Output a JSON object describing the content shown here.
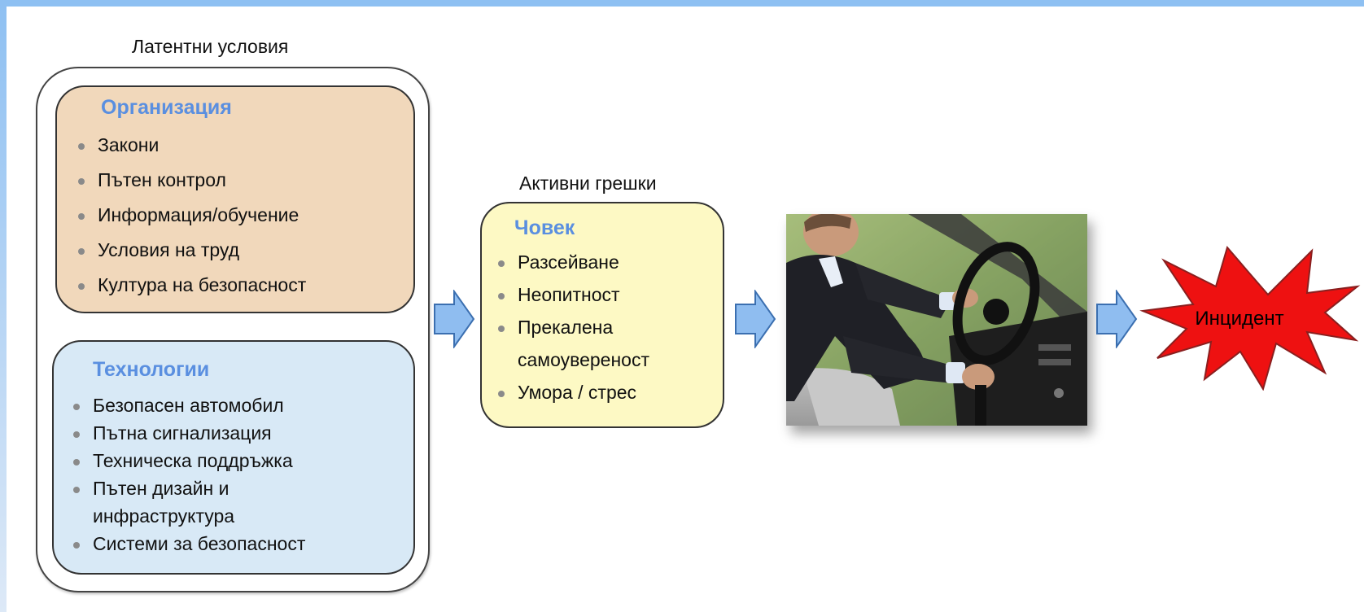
{
  "latent": {
    "caption": "Латентни условия",
    "organization": {
      "title": "Организация",
      "items": [
        "Закони",
        "Пътен контрол",
        "Информация/обучение",
        "Условия на труд",
        "Култура на безопасност"
      ]
    },
    "technology": {
      "title": "Технологии",
      "items": [
        "Безопасен автомобил",
        "Пътна сигнализация",
        "Техническа поддръжка",
        "Пътен дизайн и",
        "инфраструктура",
        "Системи за безопасност"
      ]
    }
  },
  "active": {
    "caption": "Активни грешки",
    "human": {
      "title": "Човек",
      "items": [
        "Разсейване",
        "Неопитност",
        "Прекалена",
        "самоувереност",
        "Умора / стрес"
      ]
    }
  },
  "outcome": {
    "label": "Инцидент"
  },
  "colors": {
    "org_fill": "#f1d8bb",
    "tech_fill": "#d8e9f6",
    "human_fill": "#fdf9c4",
    "title_blue": "#5a8fe0",
    "arrow_fill": "#8fbdf0",
    "burst_fill": "#ee1111",
    "frame": "#8ec0f2"
  },
  "icons": {
    "arrow": "right-arrow-icon",
    "burst": "explosion-burst-icon",
    "photo": "man-driving-car-photo"
  }
}
